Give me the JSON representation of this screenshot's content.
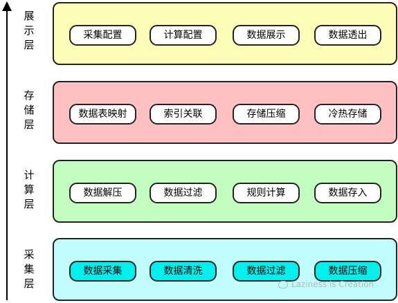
{
  "layers": [
    {
      "label": [
        "展",
        "示",
        "层"
      ],
      "fill": "#fdfdb8",
      "modules": [
        "采集配置",
        "计算配置",
        "数据展示",
        "数据透出"
      ],
      "module_fill": "#ffffff"
    },
    {
      "label": [
        "存",
        "储",
        "层"
      ],
      "fill": "#ffc0c2",
      "modules": [
        "数据表映射",
        "索引关联",
        "存储压缩",
        "冷热存储"
      ],
      "module_fill": "#ffffff"
    },
    {
      "label": [
        "计",
        "算",
        "层"
      ],
      "fill": "#c2fdbf",
      "modules": [
        "数据解压",
        "数据过滤",
        "规则计算",
        "数据存入"
      ],
      "module_fill": "#ffffff"
    },
    {
      "label": [
        "采",
        "集",
        "层"
      ],
      "fill": "#c2fdfd",
      "modules": [
        "数据采集",
        "数据清洗",
        "数据过滤",
        "数据压缩"
      ],
      "module_fill": "#00f0ee"
    }
  ],
  "watermark": "Laziness is Creation"
}
